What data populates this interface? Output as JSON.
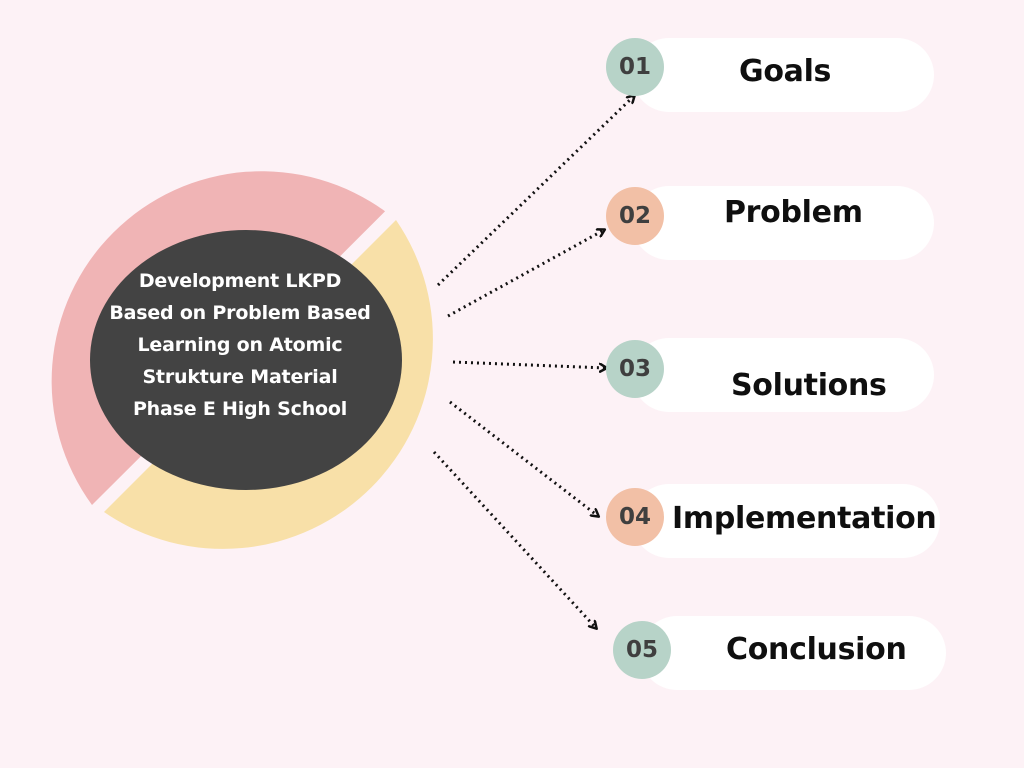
{
  "center": {
    "lines": [
      "Development LKPD",
      "Based on Problem Based",
      "Learning on Atomic",
      "Strukture Material",
      "Phase E High School"
    ]
  },
  "colors": {
    "background": "#fdf2f6",
    "ring_pink": "#f0b4b5",
    "ring_yellow": "#f8e0a8",
    "core": "#434343",
    "badge_green": "#b7d3c8",
    "badge_peach": "#f2c0a6",
    "arrow": "#111111"
  },
  "steps": [
    {
      "number": "01",
      "label": "Goals",
      "badge_color": "#b7d3c8"
    },
    {
      "number": "02",
      "label": "Problem",
      "badge_color": "#f2c0a6"
    },
    {
      "number": "03",
      "label": "Solutions",
      "badge_color": "#b7d3c8"
    },
    {
      "number": "04",
      "label": "Implementation",
      "badge_color": "#f2c0a6"
    },
    {
      "number": "05",
      "label": "Conclusion",
      "badge_color": "#b7d3c8"
    }
  ]
}
